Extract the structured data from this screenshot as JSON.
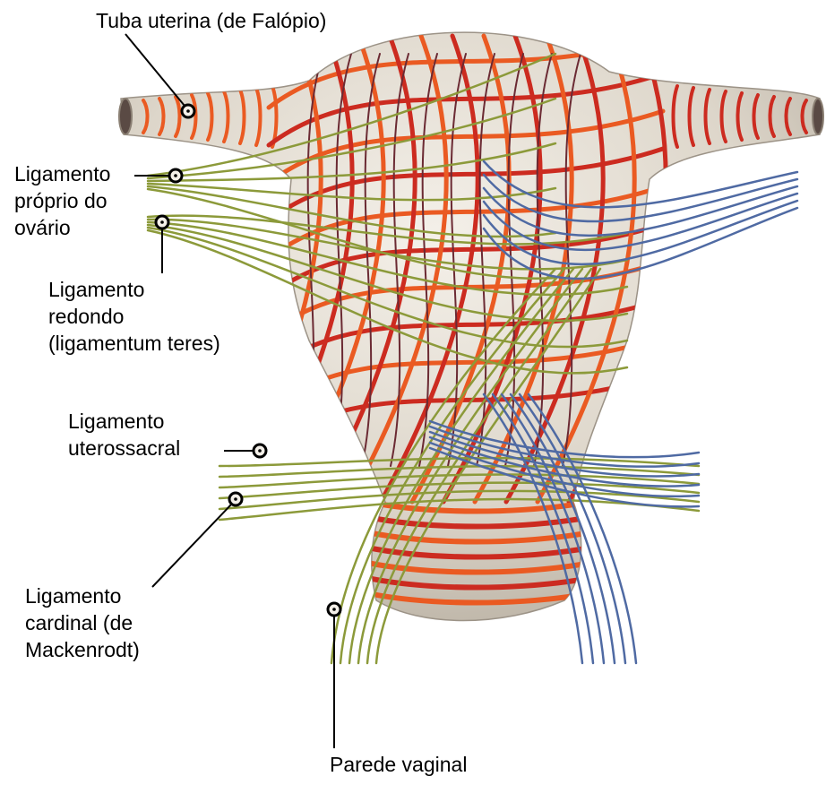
{
  "diagram": {
    "labels": {
      "tuba_uterina": "Tuba uterina (de Falópio)",
      "ligamento_proprio": [
        "Ligamento",
        "próprio do",
        "ovário"
      ],
      "ligamento_redondo": [
        "Ligamento",
        "redondo",
        "(ligamentum teres)"
      ],
      "ligamento_uterossacral": [
        "Ligamento",
        "uterossacral"
      ],
      "ligamento_cardinal": [
        "Ligamento",
        "cardinal (de",
        "Mackenrodt)"
      ],
      "parede_vaginal": "Parede vaginal"
    },
    "colors": {
      "uterus_body": "#e4ded3",
      "uterus_shadow": "#b9b0a4",
      "fiber_red": "#cc2b20",
      "fiber_orange": "#ea5a22",
      "fiber_dark": "#6b2a33",
      "fiber_green": "#8c9a3a",
      "fiber_blue": "#4f6aa3",
      "leader": "#000000"
    }
  }
}
